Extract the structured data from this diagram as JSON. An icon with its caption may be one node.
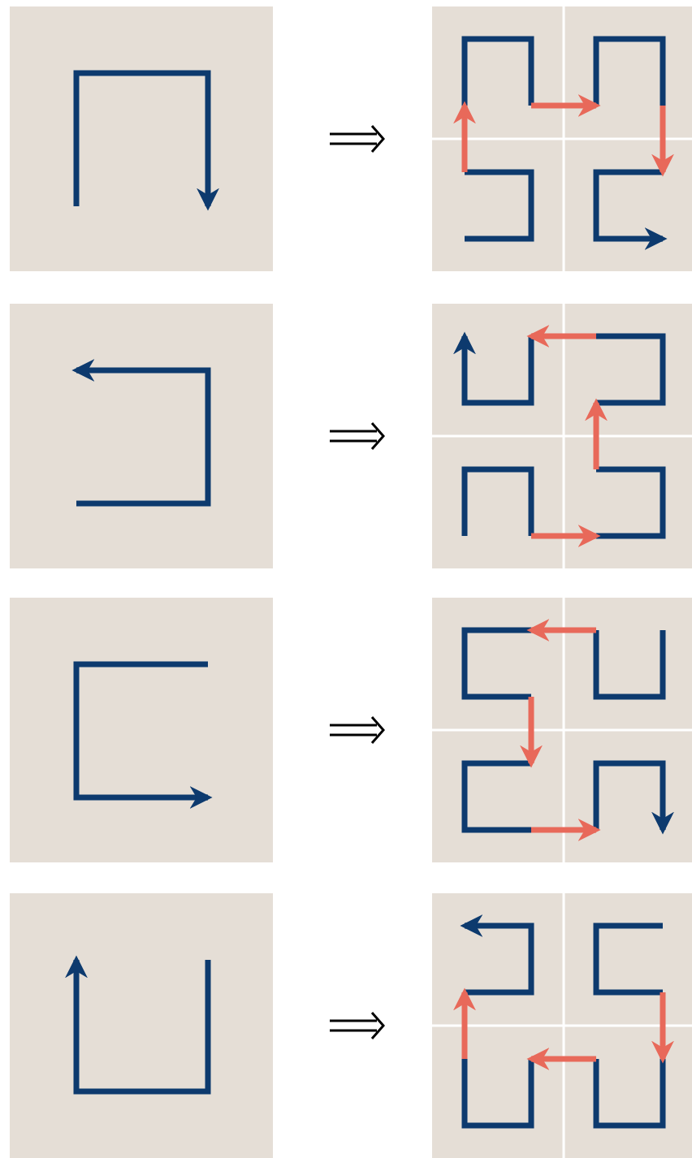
{
  "diagram": {
    "nodes": [
      {
        "text": [],
        "shape": "picture"
      },
      {
        "text": [],
        "shape": "picture"
      },
      {
        "text": [],
        "shape": "picture"
      },
      {
        "text": [],
        "shape": "picture"
      },
      {
        "text": [],
        "shape": "picture"
      },
      {
        "text": [],
        "shape": "picture"
      },
      {
        "text": [],
        "shape": "picture"
      },
      {
        "text": [],
        "shape": "picture"
      }
    ],
    "edges": [
      {
        "from": 0,
        "to": 1,
        "arrow": "to"
      },
      {
        "from": 2,
        "to": 3,
        "arrow": "to"
      },
      {
        "from": 4,
        "to": 5,
        "arrow": "to"
      },
      {
        "from": 6,
        "to": 7,
        "arrow": "to"
      }
    ]
  }
}
